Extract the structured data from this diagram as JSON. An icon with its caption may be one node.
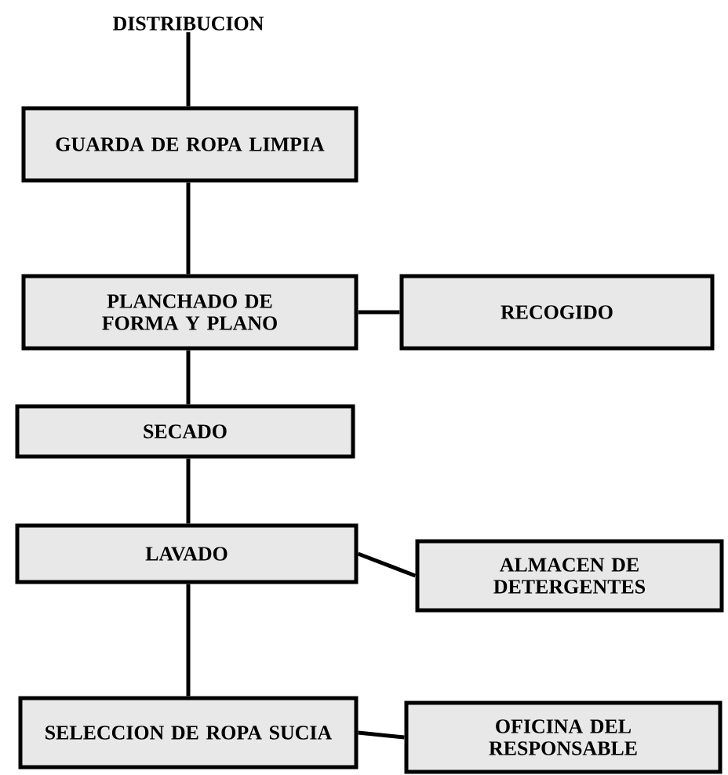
{
  "diagram": {
    "nodes": [
      {
        "text": [
          "DISTRIBUCION"
        ]
      },
      {
        "text": [
          "GUARDA DE ROPA LIMPIA"
        ]
      },
      {
        "text": [
          "PLANCHADO DE FORMA Y PLANO"
        ]
      },
      {
        "text": [
          "RECOGIDO"
        ]
      },
      {
        "text": [
          "SECADO"
        ]
      },
      {
        "text": [
          "LAVADO"
        ]
      },
      {
        "text": [
          "ALMACEN DE DETERGENTES"
        ]
      },
      {
        "text": [
          "SELECCION DE ROPA SUCIA"
        ]
      },
      {
        "text": [
          "OFICINA DEL RESPONSABLE"
        ]
      }
    ],
    "edges": [
      {
        "from": 0,
        "to": 1,
        "arrow": "none"
      },
      {
        "from": 1,
        "to": 2,
        "arrow": "none"
      },
      {
        "from": 2,
        "to": 3,
        "arrow": "none"
      },
      {
        "from": 2,
        "to": 4,
        "arrow": "none"
      },
      {
        "from": 4,
        "to": 5,
        "arrow": "none"
      },
      {
        "from": 5,
        "to": 6,
        "arrow": "none"
      },
      {
        "from": 5,
        "to": 7,
        "arrow": "none"
      },
      {
        "from": 7,
        "to": 8,
        "arrow": "none"
      }
    ]
  }
}
